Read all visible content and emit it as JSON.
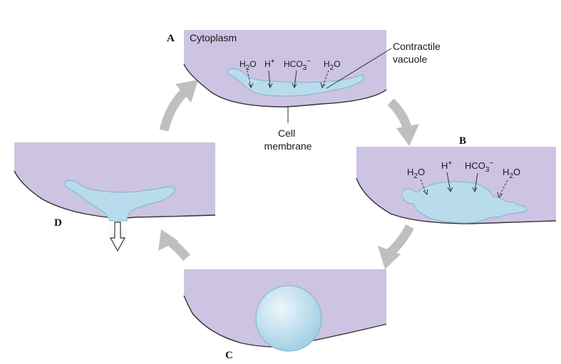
{
  "panels": {
    "a": {
      "letter": "A",
      "region_label": "Cytoplasm",
      "ions": {
        "water_left": "H",
        "proton": "H",
        "proton_sup": "+",
        "bicarbonate": "HCO",
        "bicarbonate_sub": "3",
        "bicarbonate_sup": "−",
        "water_right": "H"
      },
      "water_sub": "2",
      "water_tail": "O",
      "vacuole_label_line1": "Contractile",
      "vacuole_label_line2": "vacuole",
      "membrane_label_line1": "Cell",
      "membrane_label_line2": "membrane"
    },
    "b": {
      "letter": "B",
      "ions": {
        "water_left": "H",
        "proton": "H",
        "proton_sup": "+",
        "bicarbonate": "HCO",
        "bicarbonate_sub": "3",
        "bicarbonate_sup": "−",
        "water_right": "H"
      },
      "water_sub": "2",
      "water_tail": "O"
    },
    "c": {
      "letter": "C"
    },
    "d": {
      "letter": "D"
    }
  },
  "colors": {
    "cytoplasm": "#cdc3e2",
    "vacuole": "#b9dcec",
    "vacuole_stroke": "#7fb3cc",
    "arrow": "#bfbfbf",
    "outline": "#333333"
  }
}
